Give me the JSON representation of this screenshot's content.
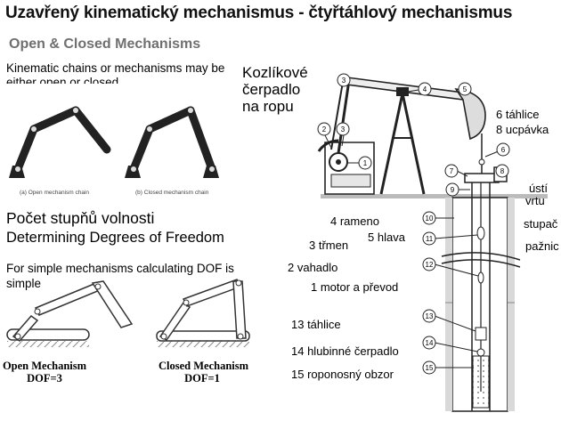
{
  "title": "Uzavřený kinematický mechanismus - čtyřtáhlový mechanismus",
  "subtitle": "Open & Closed Mechanisms",
  "kinematic_text_1": "Kinematic chains or mechanisms may be",
  "kinematic_text_2": "either open or closed",
  "caption_a": "(a)   Open mechanism chain",
  "caption_b": "(b)   Closed mechanism chain",
  "dof_heading_cz": "Počet stupňů volnosti",
  "dof_heading_en": "Determining Degrees of Freedom",
  "simple_text_1": "For simple mechanisms calculating DOF is",
  "simple_text_2": "simple",
  "open_mechanism": {
    "name": "Open Mechanism",
    "dof": "DOF=3"
  },
  "closed_mechanism": {
    "name": "Closed Mechanism",
    "dof": "DOF=1"
  },
  "pump_title": [
    "Kozlíkové",
    "čerpadlo",
    "na ropu"
  ],
  "markers": [
    "1",
    "2",
    "3",
    "4",
    "5",
    "6",
    "7",
    "8",
    "9",
    "10",
    "11",
    "12",
    "13",
    "14",
    "15"
  ],
  "labels": {
    "l6": "6 táhlice",
    "l8": "8 ucpávka",
    "ustí": "ústí",
    "vrtu": "vrtu",
    "stupac": "stupač",
    "paznic": "pažnic",
    "l4": "4 rameno",
    "l5": "5 hlava",
    "l3": "3 třmen",
    "l2": "2 vahadlo",
    "l1": "1 motor a převod",
    "l13": "13 táhlice",
    "l14": "14 hlubinné čerpadlo",
    "l15": "15 roponosný obzor"
  }
}
